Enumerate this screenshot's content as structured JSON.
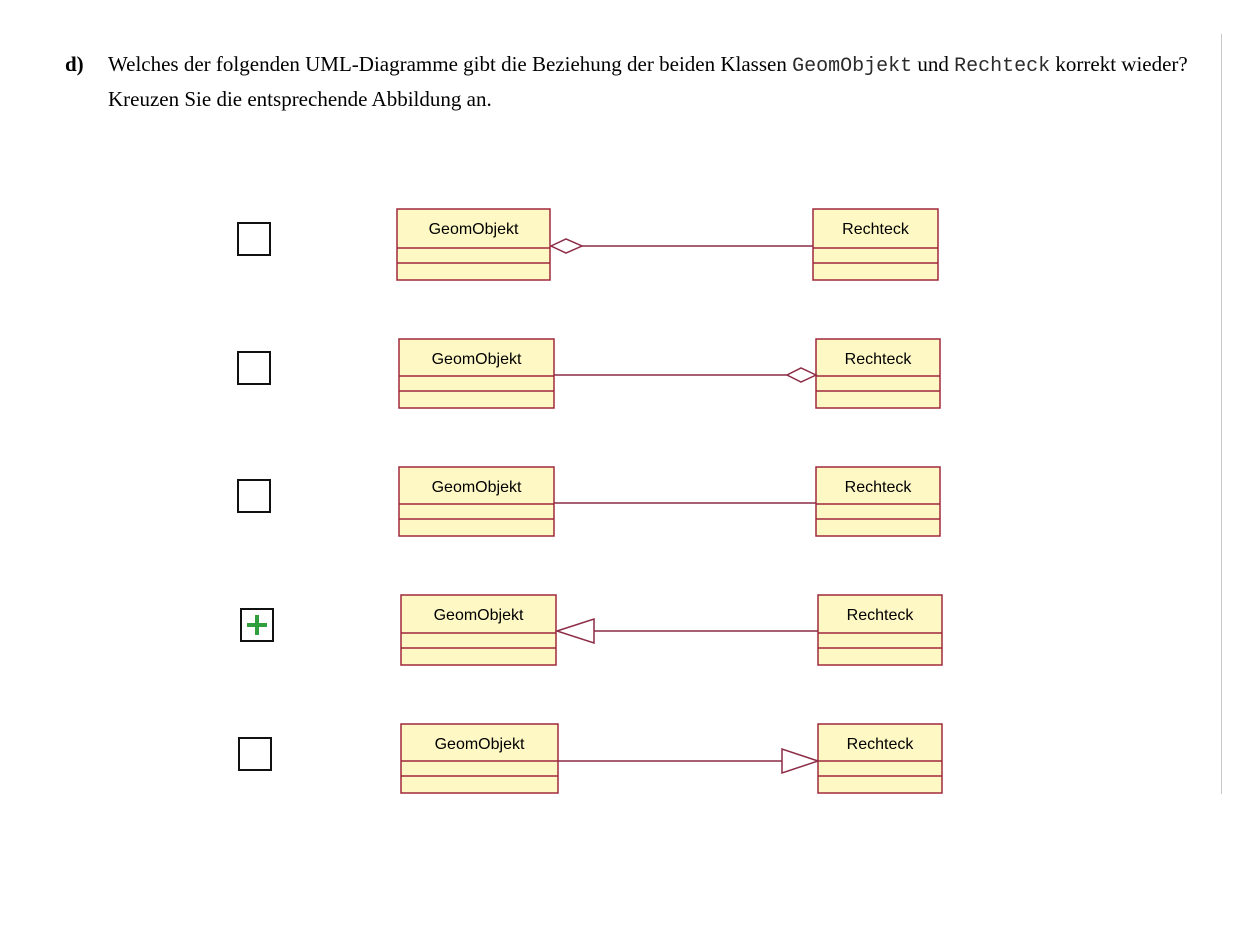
{
  "question": {
    "label": "d)",
    "text_part1": "Welches der folgenden UML-Diagramme gibt die Beziehung der beiden Klassen",
    "class_a": "GeomObjekt",
    "text_part2": "und",
    "class_b": "Rechteck",
    "text_part3": "korrekt wieder? Kreuzen Sie die entsprechende Abbildung an."
  },
  "colors": {
    "class_fill": "#fdf8c4",
    "class_stroke": "#a0283c",
    "line": "#8c2b46",
    "checkmark": "#2e9e3e"
  },
  "options": [
    {
      "left_class": "GeomObjekt",
      "right_class": "Rechteck",
      "relation": "aggregation-at-left",
      "checked": false
    },
    {
      "left_class": "GeomObjekt",
      "right_class": "Rechteck",
      "relation": "aggregation-at-right",
      "checked": false
    },
    {
      "left_class": "GeomObjekt",
      "right_class": "Rechteck",
      "relation": "association",
      "checked": false
    },
    {
      "left_class": "GeomObjekt",
      "right_class": "Rechteck",
      "relation": "generalization-at-left",
      "checked": true
    },
    {
      "left_class": "GeomObjekt",
      "right_class": "Rechteck",
      "relation": "generalization-at-right",
      "checked": false
    }
  ]
}
